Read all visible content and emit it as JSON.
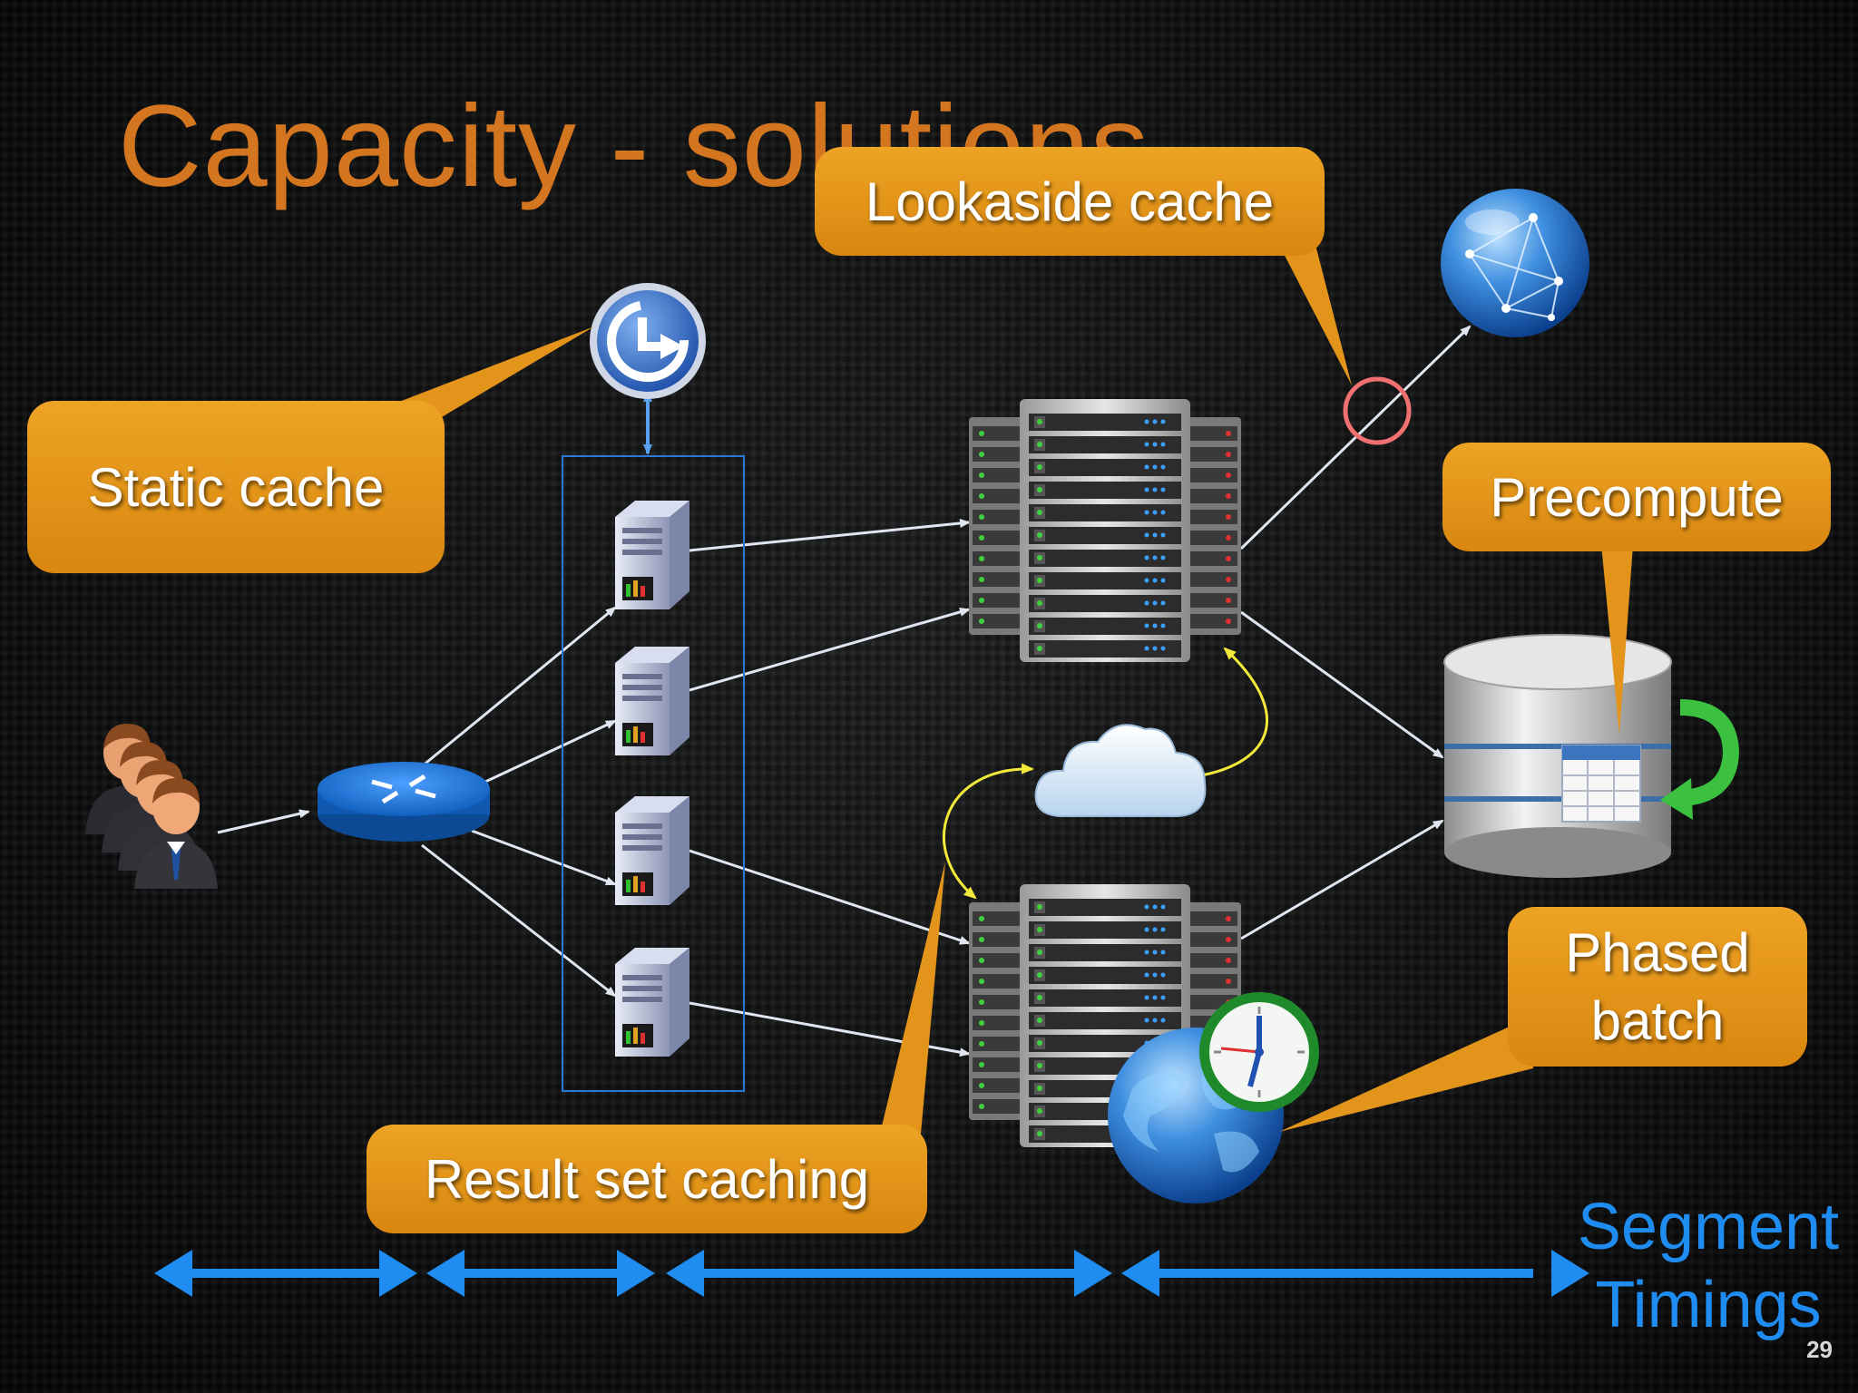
{
  "slide": {
    "title": "Capacity - solutions",
    "slide_number": "29"
  },
  "callouts": {
    "static_cache": "Static cache",
    "lookaside_cache": "Lookaside cache",
    "precompute": "Precompute",
    "phased_batch_line1": "Phased",
    "phased_batch_line2": "batch",
    "result_set_caching": "Result set caching"
  },
  "segment_label": {
    "line1": "Segment",
    "line2": "Timings"
  },
  "colors": {
    "title": "#d4761f",
    "callout": "#e6981c",
    "segment_arrows": "#1e8cf0",
    "yellow_links": "#f2ea3a",
    "lookaside_marker": "#f07070"
  },
  "icons": {
    "users": "users-icon",
    "router": "router-icon",
    "cdn": "static-cache-server-icon",
    "web_servers": "web-server-icon",
    "app_servers": "server-rack-icon",
    "cloud": "cloud-icon",
    "database": "database-icon",
    "internet": "internet-globe-icon",
    "batch_clock": "clock-icon"
  }
}
